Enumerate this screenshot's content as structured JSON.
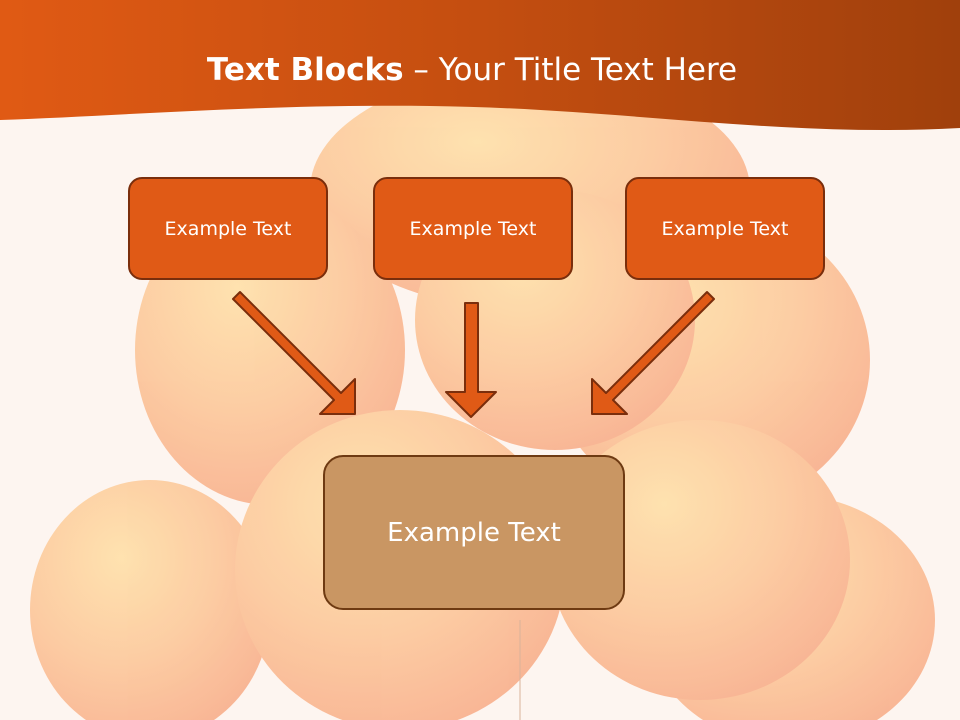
{
  "slide": {
    "title_bold": "Text Blocks",
    "title_dash": " – ",
    "title_rest": "Your Title Text Here"
  },
  "blocks": [
    {
      "label": "Example Text"
    },
    {
      "label": "Example Text"
    },
    {
      "label": "Example Text"
    }
  ],
  "target": {
    "label": "Example Text"
  },
  "colors": {
    "header": "#c8500f",
    "block_fill": "#e05a16",
    "target_fill": "#c99663",
    "arrow_fill": "#e05a16"
  }
}
